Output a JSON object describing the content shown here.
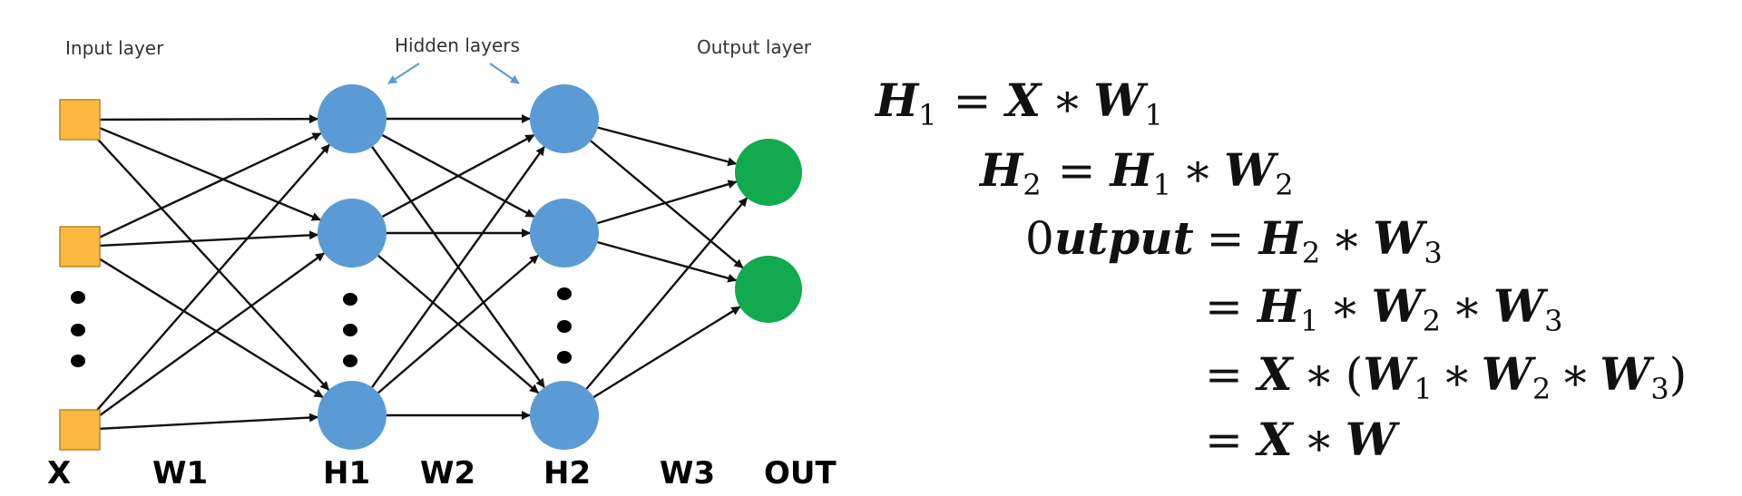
{
  "diagram": {
    "labels_top": {
      "input": "Input layer",
      "hidden": "Hidden layers",
      "output": "Output layer"
    },
    "labels_bottom": {
      "x": "X",
      "w1": "W1",
      "h1": "H1",
      "w2": "W2",
      "h2": "H2",
      "w3": "W3",
      "out": "OUT"
    },
    "colors": {
      "input_node": "#fdb93f",
      "hidden_node": "#5b9bd5",
      "output_node": "#12aa4e",
      "edge": "#111111",
      "annotation_arrow": "#5b9bd5"
    }
  },
  "equations": {
    "line1": {
      "lhs_sym": "H",
      "lhs_sub": "1",
      "eq": "=",
      "r1": "X",
      "op": "∗",
      "r2": "W",
      "r2_sub": "1"
    },
    "line2": {
      "lhs_sym": "H",
      "lhs_sub": "2",
      "eq": "=",
      "r1": "H",
      "r1_sub": "1",
      "op": "∗",
      "r2": "W",
      "r2_sub": "2"
    },
    "line3": {
      "lhs_prefix": "0",
      "lhs_word": "utput",
      "eq": "=",
      "r1": "H",
      "r1_sub": "2",
      "op": "∗",
      "r2": "W",
      "r2_sub": "3"
    },
    "line4": {
      "eq": "=",
      "r1": "H",
      "r1_sub": "1",
      "op1": "∗",
      "r2": "W",
      "r2_sub": "2",
      "op2": "∗",
      "r3": "W",
      "r3_sub": "3"
    },
    "line5": {
      "eq": "=",
      "r1": "X",
      "op1": "∗",
      "lp": "(",
      "a": "W",
      "a_sub": "1",
      "op2": "∗",
      "b": "W",
      "b_sub": "2",
      "op3": "∗",
      "c": "W",
      "c_sub": "3",
      "rp": ")"
    },
    "line6": {
      "eq": "=",
      "r1": "X",
      "op": "∗",
      "r2": "W"
    }
  }
}
